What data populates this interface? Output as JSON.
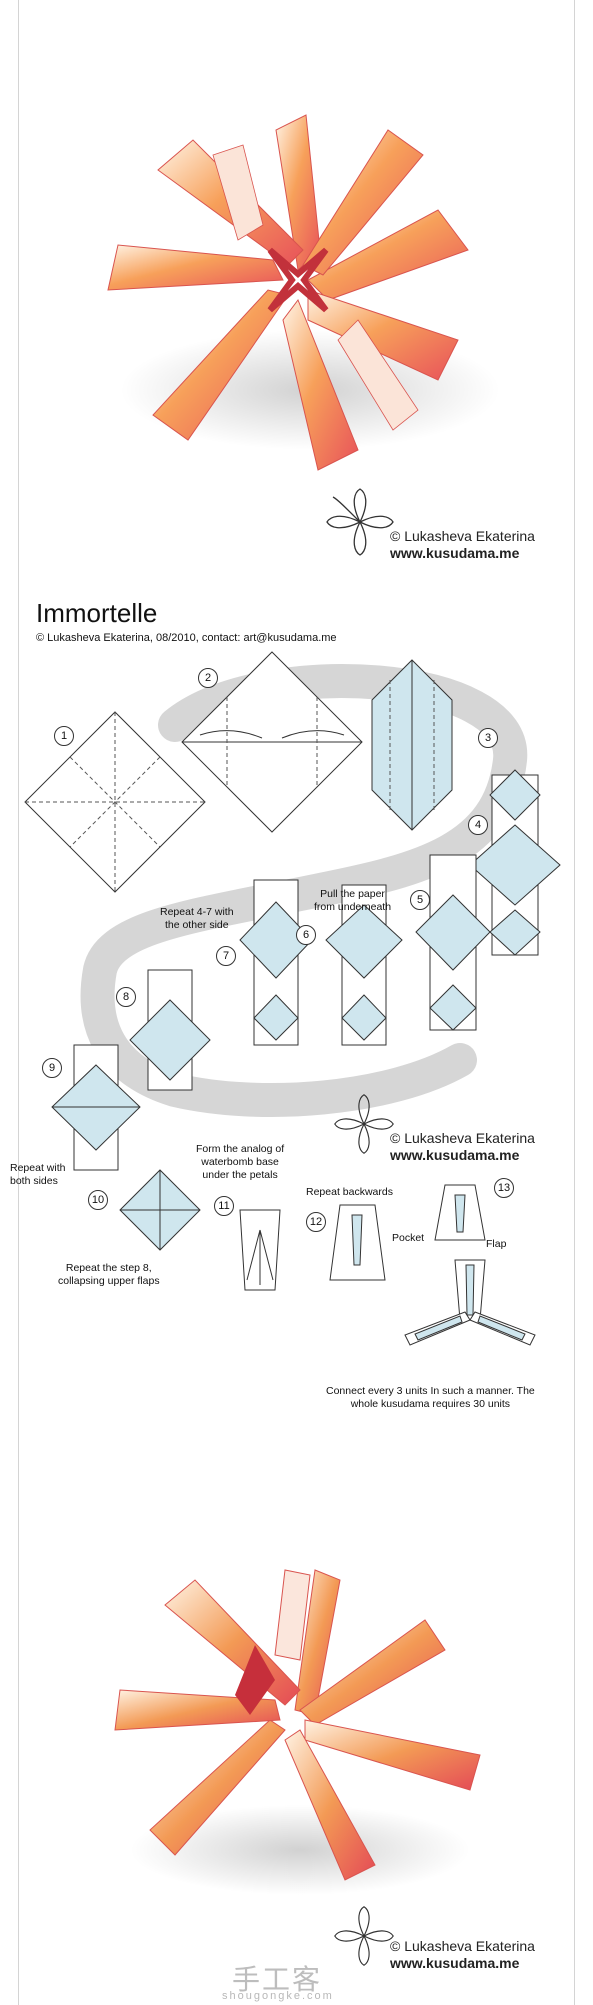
{
  "title": "Immortelle",
  "subtitle": "© Lukasheva Ekaterina, 08/2010, contact: art@kusudama.me",
  "credits": [
    {
      "author": "© Lukasheva Ekaterina",
      "url": "www.kusudama.me"
    },
    {
      "author": "© Lukasheva Ekaterina",
      "url": "www.kusudama.me"
    },
    {
      "author": "© Lukasheva Ekaterina",
      "url": "www.kusudama.me"
    }
  ],
  "steps": [
    "1",
    "2",
    "3",
    "4",
    "5",
    "6",
    "7",
    "8",
    "9",
    "10",
    "11",
    "12",
    "13"
  ],
  "notes": {
    "pull": "Pull the paper\nfrom underneath",
    "repeat47": "Repeat 4-7 with\nthe other side",
    "repeat_both": "Repeat with\nboth sides",
    "waterbomb": "Form the analog of\nwaterbomb base\nunder the petals",
    "repeat_back": "Repeat backwards",
    "pocket": "Pocket",
    "flap": "Flap",
    "repeat8": "Repeat the step 8,\ncollapsing upper flaps",
    "connect": "Connect every 3 units In such a manner. The\nwhole kusudama requires 30 units"
  },
  "watermark": {
    "text": "手工客",
    "url": "shougongke.com"
  },
  "colors": {
    "paper_blue": "#cfe6ee",
    "orange": "#f08a4b",
    "pink": "#f4a3a3",
    "path_gray": "#d6d6d6"
  }
}
